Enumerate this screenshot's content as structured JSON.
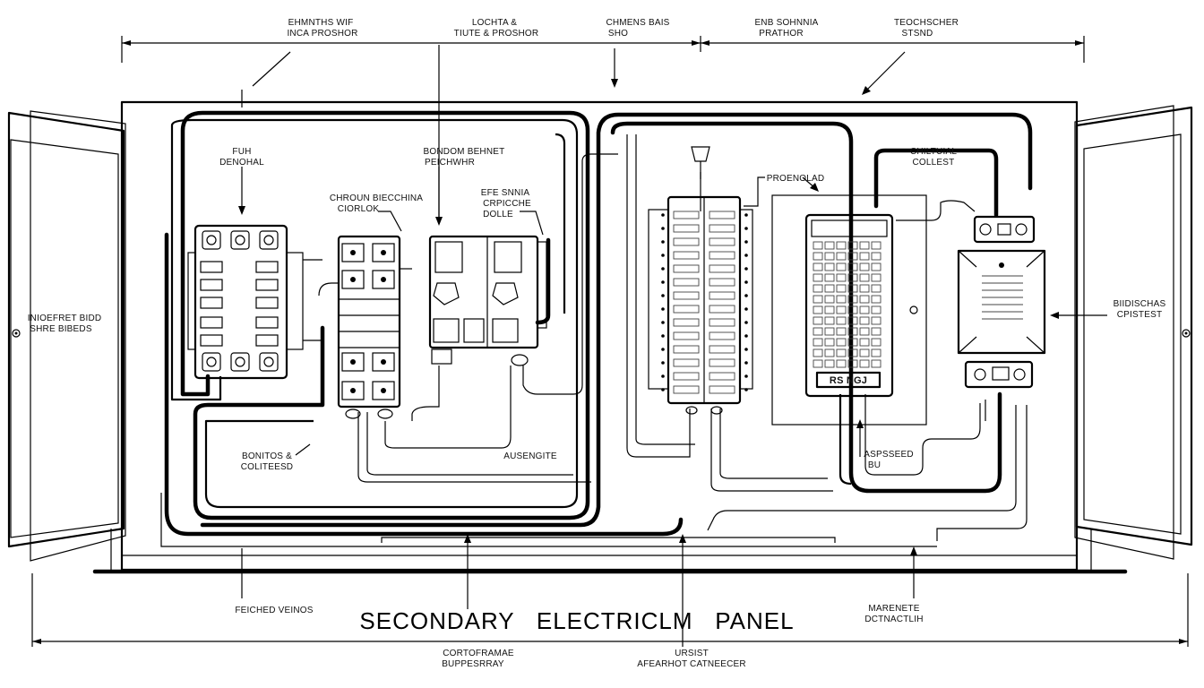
{
  "title": "SECONDARY   ELECTRICLM   PANEL",
  "top_labels": [
    {
      "line1": "EHMNTHS WIF",
      "line2": "INCA PROSHOR"
    },
    {
      "line1": "LOCHTA &",
      "line2": "TIUTE & PROSHOR"
    },
    {
      "line1": "CHMENS BAIS",
      "line2": "SHO"
    },
    {
      "line1": "ENB SOHNNIA",
      "line2": "PRATHOR"
    },
    {
      "line1": "TEOCHSCHER",
      "line2": "STSND"
    }
  ],
  "inner_labels": {
    "fuh": {
      "line1": "FUH",
      "line2": "DENOHAL"
    },
    "bondom": {
      "line1": "BONDOM BEHNET",
      "line2": "PEICHWHR"
    },
    "chroun": {
      "line1": "CHROUN BIECCHINA",
      "line2": "CIORLOK"
    },
    "efe": {
      "line1": "EFE SNNIA",
      "line2": "CRPICCHE",
      "line3": "DOLLE"
    },
    "proenolad": "PROENOLAD",
    "chiltuial": {
      "line1": "CHILTUIAL",
      "line2": "COLLEST"
    },
    "bonitos": {
      "line1": "BONITOS &",
      "line2": "COLITEESD"
    },
    "ausengite": "AUSENGITE",
    "aspsseed": {
      "line1": "ASPSSEED",
      "line2": "BU"
    },
    "breaker_tag": "RS NGJ"
  },
  "side_labels": {
    "left": {
      "line1": "INIOEFRET BIDD",
      "line2": "SHRE BIBEDS"
    },
    "right": {
      "line1": "BIIDISCHAS",
      "line2": "CPISTEST"
    }
  },
  "bottom_labels": {
    "feiched": "FEICHED VEINOS",
    "marehete": {
      "line1": "MARENETE",
      "line2": "DCTNACTLIH"
    },
    "cortoframe": {
      "line1": "CORTOFRAMAE",
      "line2": "BUPPESRRAY"
    },
    "ursist": {
      "line1": "URSIST",
      "line2": "AFEARHOT CATNEECER"
    }
  },
  "colors": {
    "ink": "#000000",
    "paper": "#ffffff"
  }
}
